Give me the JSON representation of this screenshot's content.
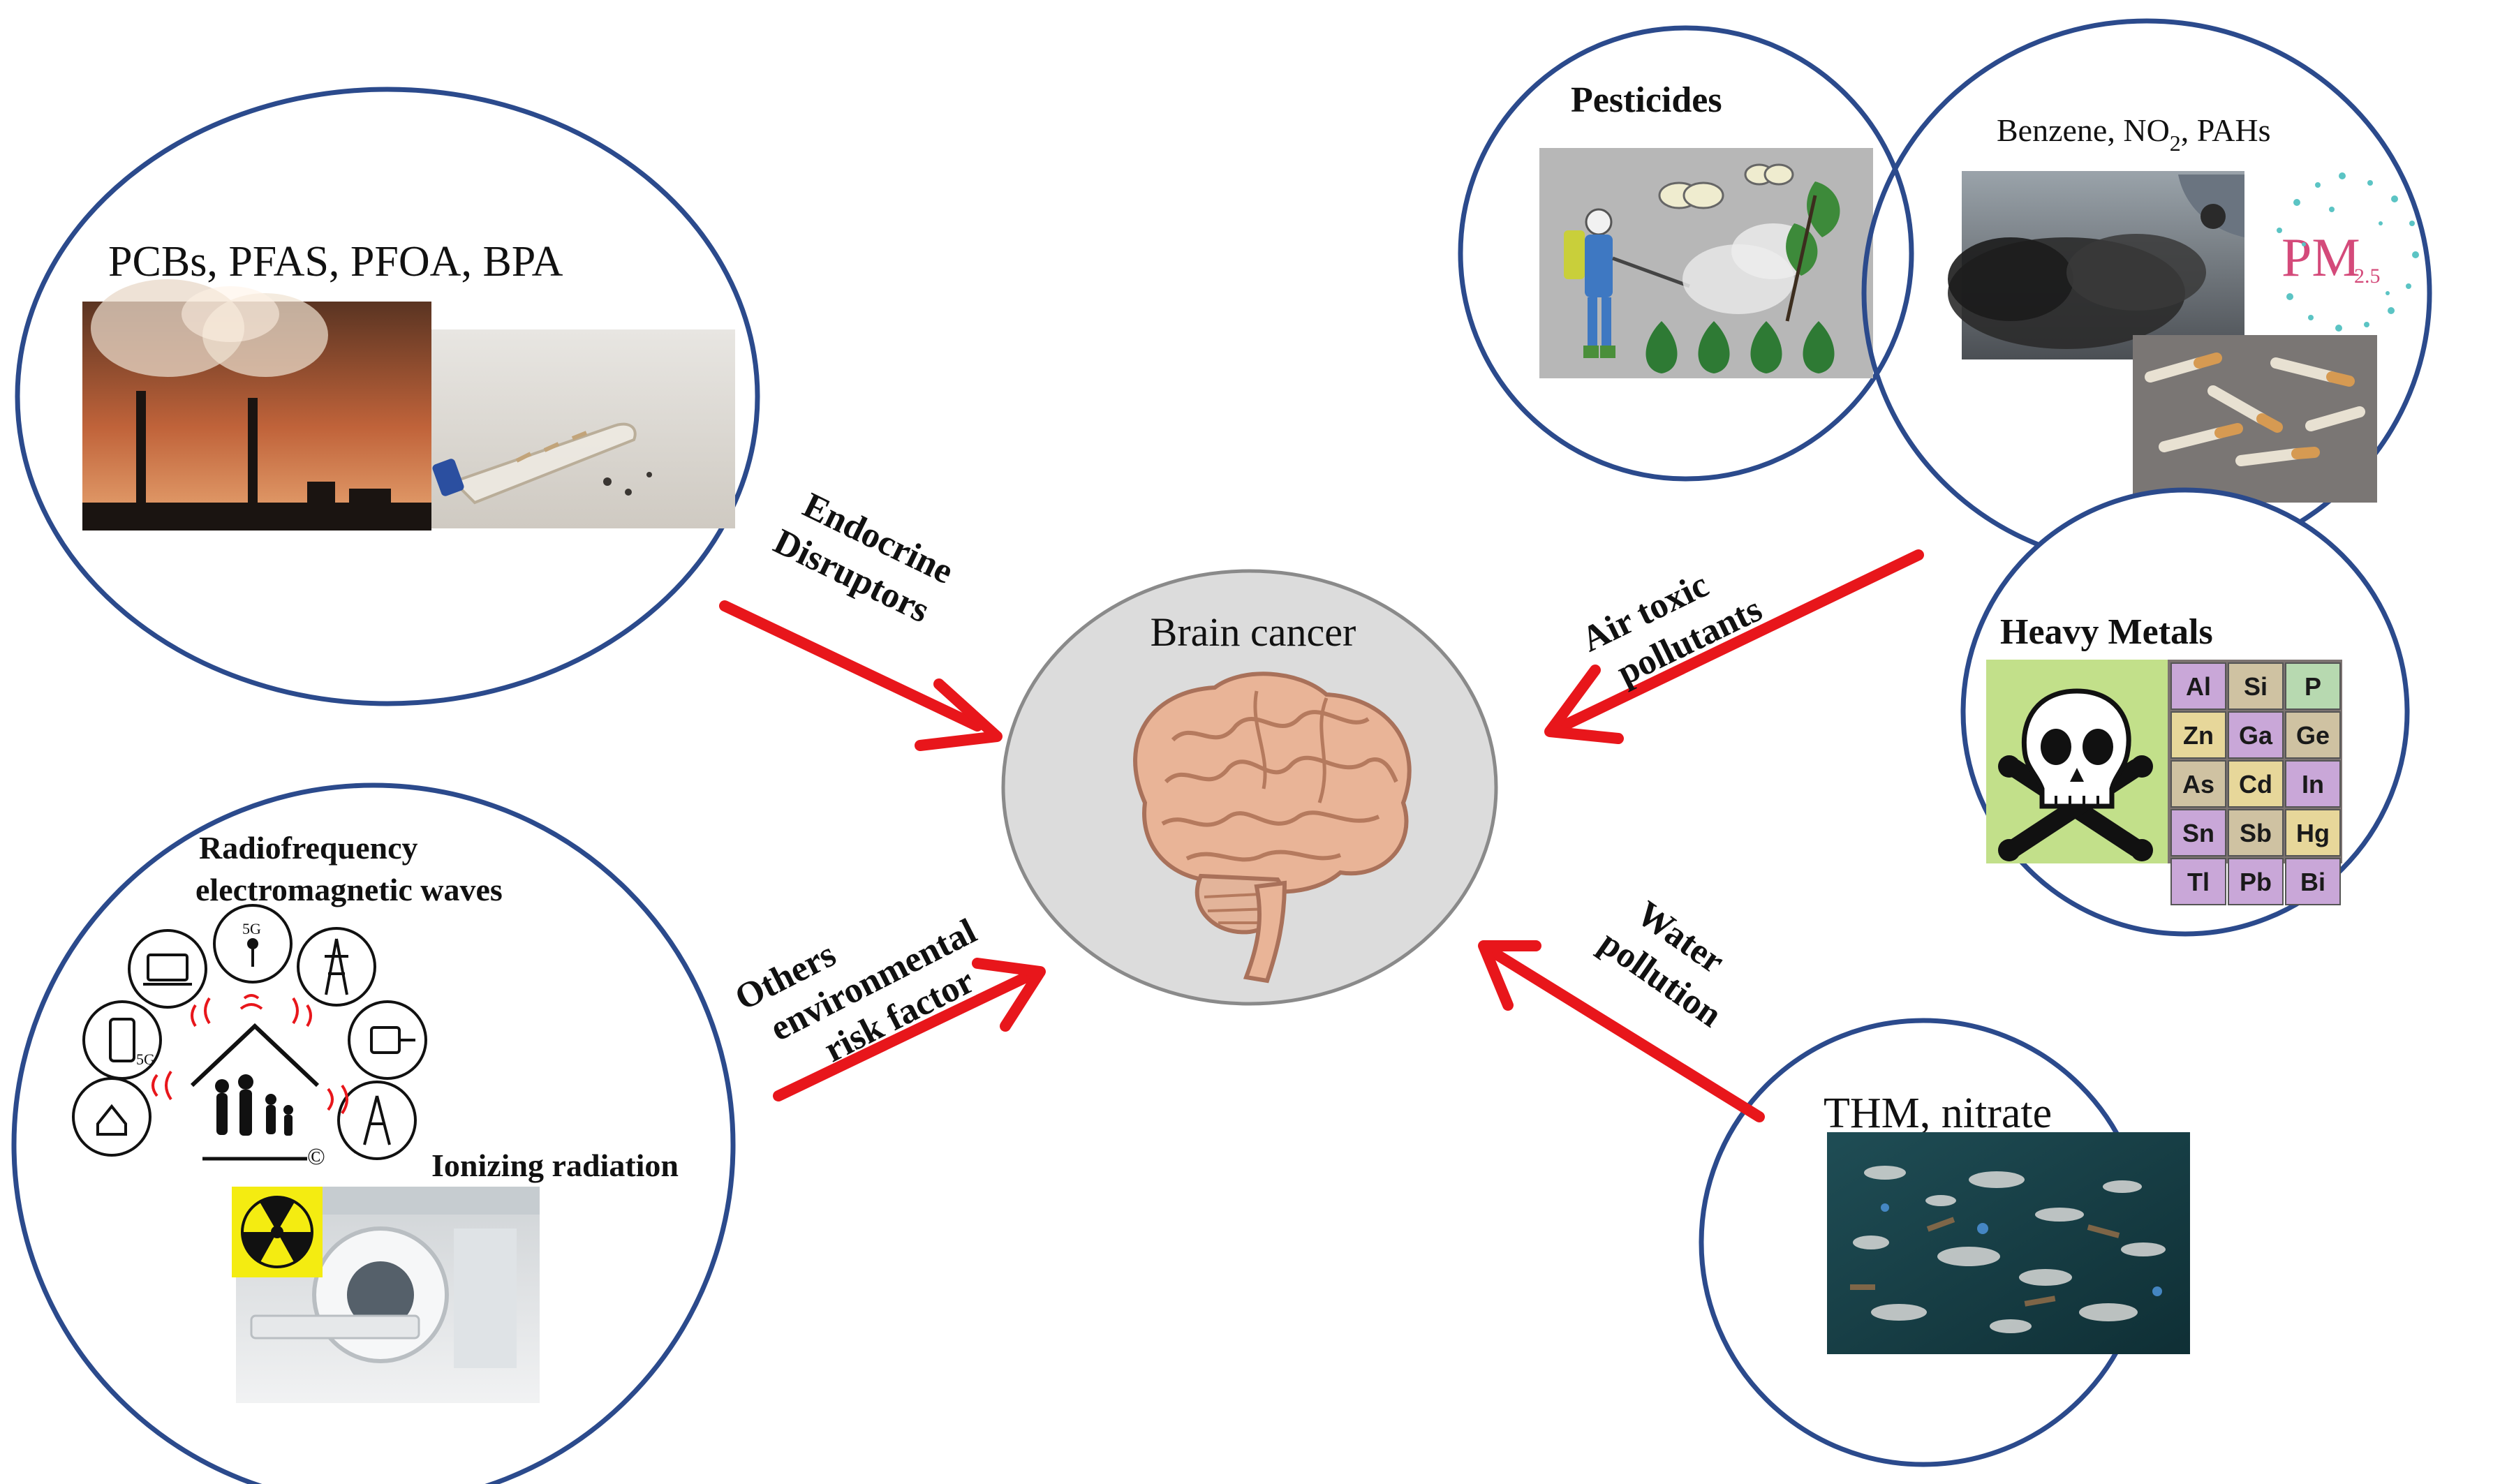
{
  "colors": {
    "ring": "#2b4a8c",
    "arrow": "#e8161b",
    "center_fill": "#dcdcdc",
    "brain": "#e9b497",
    "text": "#111111"
  },
  "center": {
    "title": "Brain cancer"
  },
  "endocrine": {
    "chemicals": "PCBs, PFAS, PFOA, BPA",
    "arrow_label_line1": "Endocrine",
    "arrow_label_line2": "Disruptors"
  },
  "other_factors": {
    "rf_line1": "Radiofrequency",
    "rf_line2": "electromagnetic waves",
    "device_5g_tower": "5G",
    "device_phone": "5G",
    "copyright": "©",
    "ionizing": "Ionizing radiation",
    "arrow_label_line1": "Others",
    "arrow_label_line2": "environmental",
    "arrow_label_line3": "risk factor"
  },
  "pesticides": {
    "title": "Pesticides"
  },
  "air": {
    "compounds_prefix": "Benzene, NO",
    "compounds_sub": "2",
    "compounds_suffix": ", PAHs",
    "pm_main": "PM",
    "pm_sub": "2.5",
    "arrow_label_line1": "Air toxic",
    "arrow_label_line2": "pollutants"
  },
  "metals": {
    "title": "Heavy Metals",
    "elements": [
      {
        "symbol": "Al",
        "color": "#c9a7d8"
      },
      {
        "symbol": "Si",
        "color": "#cfc2a2"
      },
      {
        "symbol": "P",
        "color": "#b7d9b0"
      },
      {
        "symbol": "Zn",
        "color": "#e7d79a"
      },
      {
        "symbol": "Ga",
        "color": "#c9a7d8"
      },
      {
        "symbol": "Ge",
        "color": "#cfc2a2"
      },
      {
        "symbol": "As",
        "color": "#cfc2a2"
      },
      {
        "symbol": "Cd",
        "color": "#e7d79a"
      },
      {
        "symbol": "In",
        "color": "#c9a7d8"
      },
      {
        "symbol": "Sn",
        "color": "#c9a7d8"
      },
      {
        "symbol": "Sb",
        "color": "#cfc2a2"
      },
      {
        "symbol": "Hg",
        "color": "#e7d79a"
      },
      {
        "symbol": "Tl",
        "color": "#c9a7d8"
      },
      {
        "symbol": "Pb",
        "color": "#c9a7d8"
      },
      {
        "symbol": "Bi",
        "color": "#c9a7d8"
      }
    ]
  },
  "water": {
    "pollutants": "THM, nitrate",
    "arrow_label_line1": "Water",
    "arrow_label_line2": "pollution"
  }
}
